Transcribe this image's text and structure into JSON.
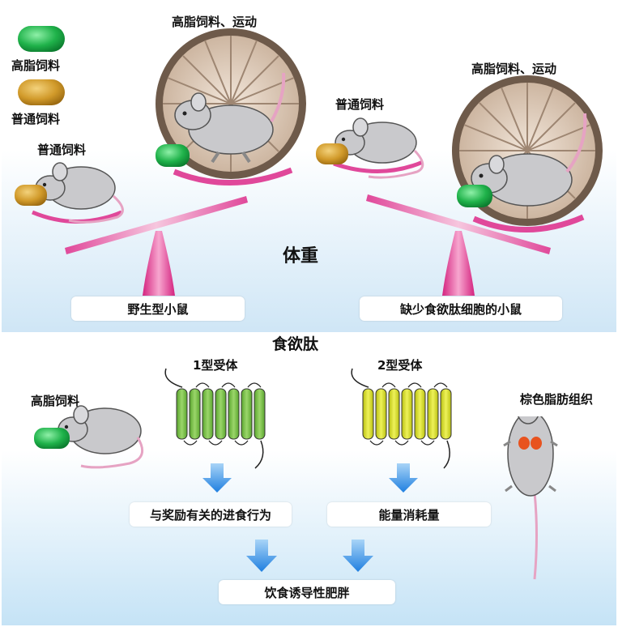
{
  "legend": {
    "high_fat": "高脂饲料",
    "normal": "普通饲料"
  },
  "top": {
    "left_mouse_food": "普通饲料",
    "left_wheel_label": "高脂饲料、运动",
    "right_mouse_food": "普通饲料",
    "right_wheel_label": "高脂饲料、运动",
    "center_label": "体重",
    "left_box": "野生型小鼠",
    "right_box": "缺少食欲肽细胞的小鼠"
  },
  "bottom": {
    "title": "食欲肽",
    "receptor1": "1型受体",
    "receptor2": "2型受体",
    "mouse_food": "高脂饲料",
    "brown_fat": "棕色脂肪组织",
    "box_reward": "与奖励有关的进食行为",
    "box_energy": "能量消耗量",
    "box_obesity": "饮食诱导性肥胖"
  },
  "colors": {
    "high_fat_pellet": "#1fb24a",
    "normal_pellet": "#d19a2a",
    "pink": "#e0489a",
    "receptor1": "#7cc242",
    "receptor2": "#d8e016",
    "arrow": "#3a8fe0",
    "brown_fat": "#e8531f"
  }
}
